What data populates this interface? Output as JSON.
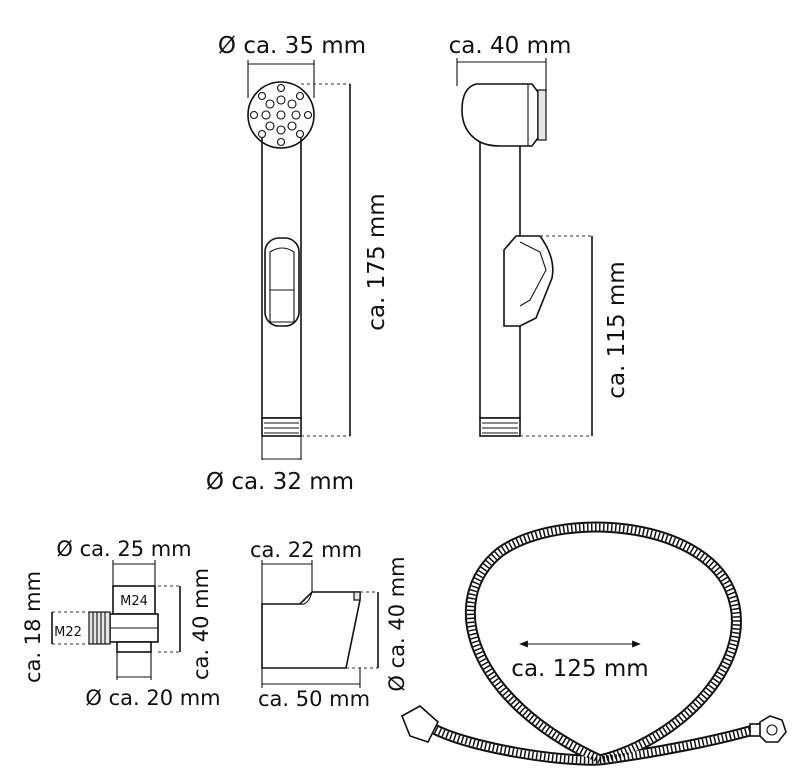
{
  "labels": {
    "head_diameter": "Ø ca. 35 mm",
    "side_width": "ca. 40 mm",
    "total_length": "ca. 175 mm",
    "bracket_height": "ca. 115 mm",
    "base_diameter": "Ø ca. 32 mm",
    "valve_top_diameter": "Ø ca. 25 mm",
    "valve_top_thread": "M24",
    "valve_side_thread": "M22",
    "valve_side_height": "ca. 18 mm",
    "valve_height": "ca. 40 mm",
    "valve_bottom_diameter": "Ø ca. 20 mm",
    "holder_top_width": "ca. 22 mm",
    "holder_height": "Ø ca. 40 mm",
    "holder_width": "ca. 50 mm",
    "hose_length": "ca. 125 mm"
  }
}
